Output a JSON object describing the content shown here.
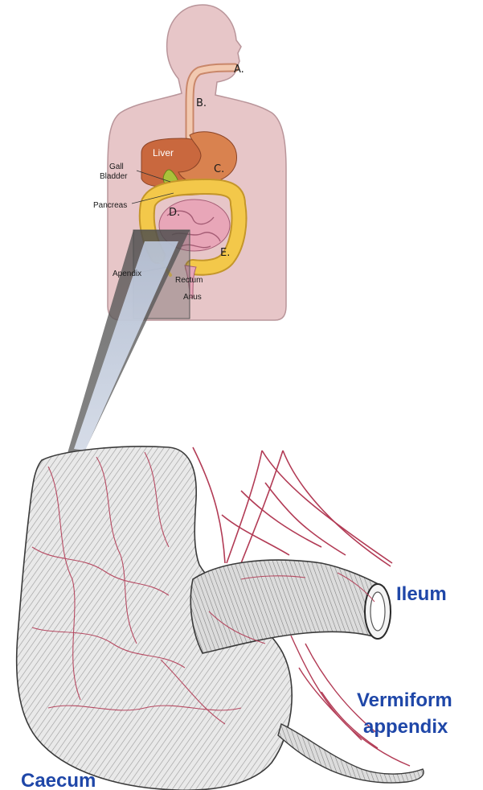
{
  "top_figure": {
    "letters": [
      "A.",
      "B.",
      "C.",
      "D.",
      "E."
    ],
    "labels": {
      "liver": "Liver",
      "gall_bladder_1": "Gall",
      "gall_bladder_2": "Bladder",
      "pancreas": "Pancreas",
      "appendix": "Apendix",
      "rectum": "Rectum",
      "anus": "Anus"
    }
  },
  "bottom_figure": {
    "labels": {
      "ileum": "Ileum",
      "vermiform_1": "Vermiform",
      "vermiform_2": "appendix",
      "caecum": "Caecum"
    }
  },
  "colors": {
    "body": "#e7c6c8",
    "body_outline": "#b9959a",
    "esophagus": "#f2c9b0",
    "stomach_liver": "#c9683e",
    "colon": "#f3c84a",
    "small_intestine": "#e8a6b8",
    "vessels": "#b23b55",
    "callout": "#6f6f6f",
    "label_blue": "#1f47a8"
  }
}
